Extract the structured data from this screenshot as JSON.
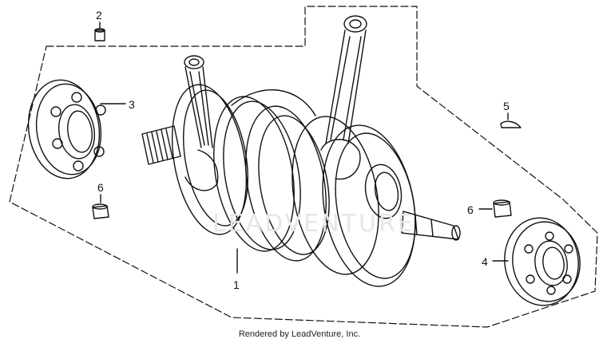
{
  "diagram": {
    "callouts": [
      "1",
      "2",
      "3",
      "4",
      "5",
      "6",
      "6"
    ],
    "watermark": "LEADVENTURE",
    "credit": "Rendered by LeadVenture, Inc."
  }
}
